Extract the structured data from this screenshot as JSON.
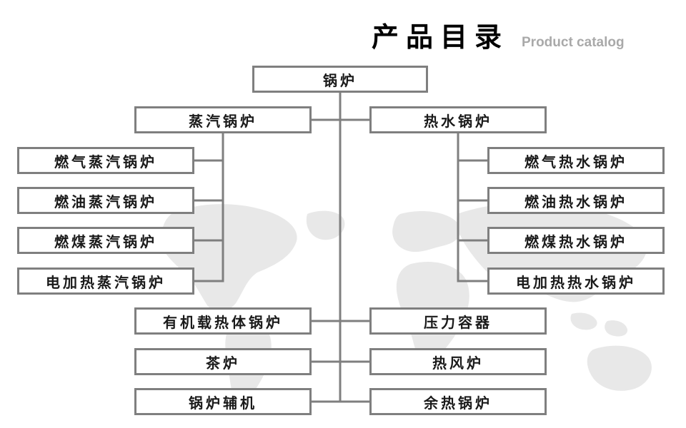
{
  "title": {
    "cn": "产品目录",
    "en": "Product catalog"
  },
  "colors": {
    "line": "#7f7f7f",
    "box_border": "#7f7f7f",
    "map": "#e6e6e6",
    "title_en": "#a9a9a9"
  },
  "nodes": {
    "root": "锅炉",
    "steam": "蒸汽锅炉",
    "water": "热水锅炉",
    "steam_children": [
      "燃气蒸汽锅炉",
      "燃油蒸汽锅炉",
      "燃煤蒸汽锅炉",
      "电加热蒸汽锅炉"
    ],
    "water_children": [
      "燃气热水锅炉",
      "燃油热水锅炉",
      "燃煤热水锅炉",
      "电加热热水锅炉"
    ],
    "organic": "有机载热体锅炉",
    "pressure": "压力容器",
    "tea": "茶炉",
    "hotair": "热风炉",
    "aux": "锅炉辅机",
    "waste": "余热锅炉"
  }
}
